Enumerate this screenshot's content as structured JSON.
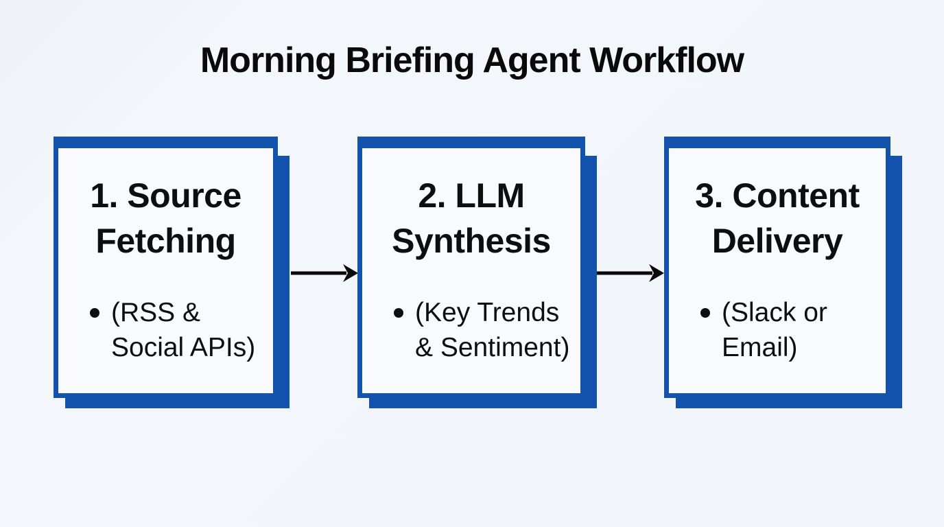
{
  "title": "Morning Briefing Agent Workflow",
  "colors": {
    "accent_blue": "#1453ad",
    "text": "#0d0e10",
    "page_background": "#f2f5f9",
    "card_background": "#f8fafd",
    "arrow_black": "#0a0a0a"
  },
  "steps": [
    {
      "heading_line1": "1. Source",
      "heading_line2": "Fetching",
      "bullet_line1": "(RSS &",
      "bullet_line2": "Social APIs)"
    },
    {
      "heading_line1": "2. LLM",
      "heading_line2": "Synthesis",
      "bullet_line1": "(Key Trends",
      "bullet_line2": "& Sentiment)"
    },
    {
      "heading_line1": "3. Content",
      "heading_line2": "Delivery",
      "bullet_line1": "(Slack or",
      "bullet_line2": "Email)"
    }
  ],
  "icons": {
    "bullet": "dot",
    "connector": "right-arrow"
  }
}
